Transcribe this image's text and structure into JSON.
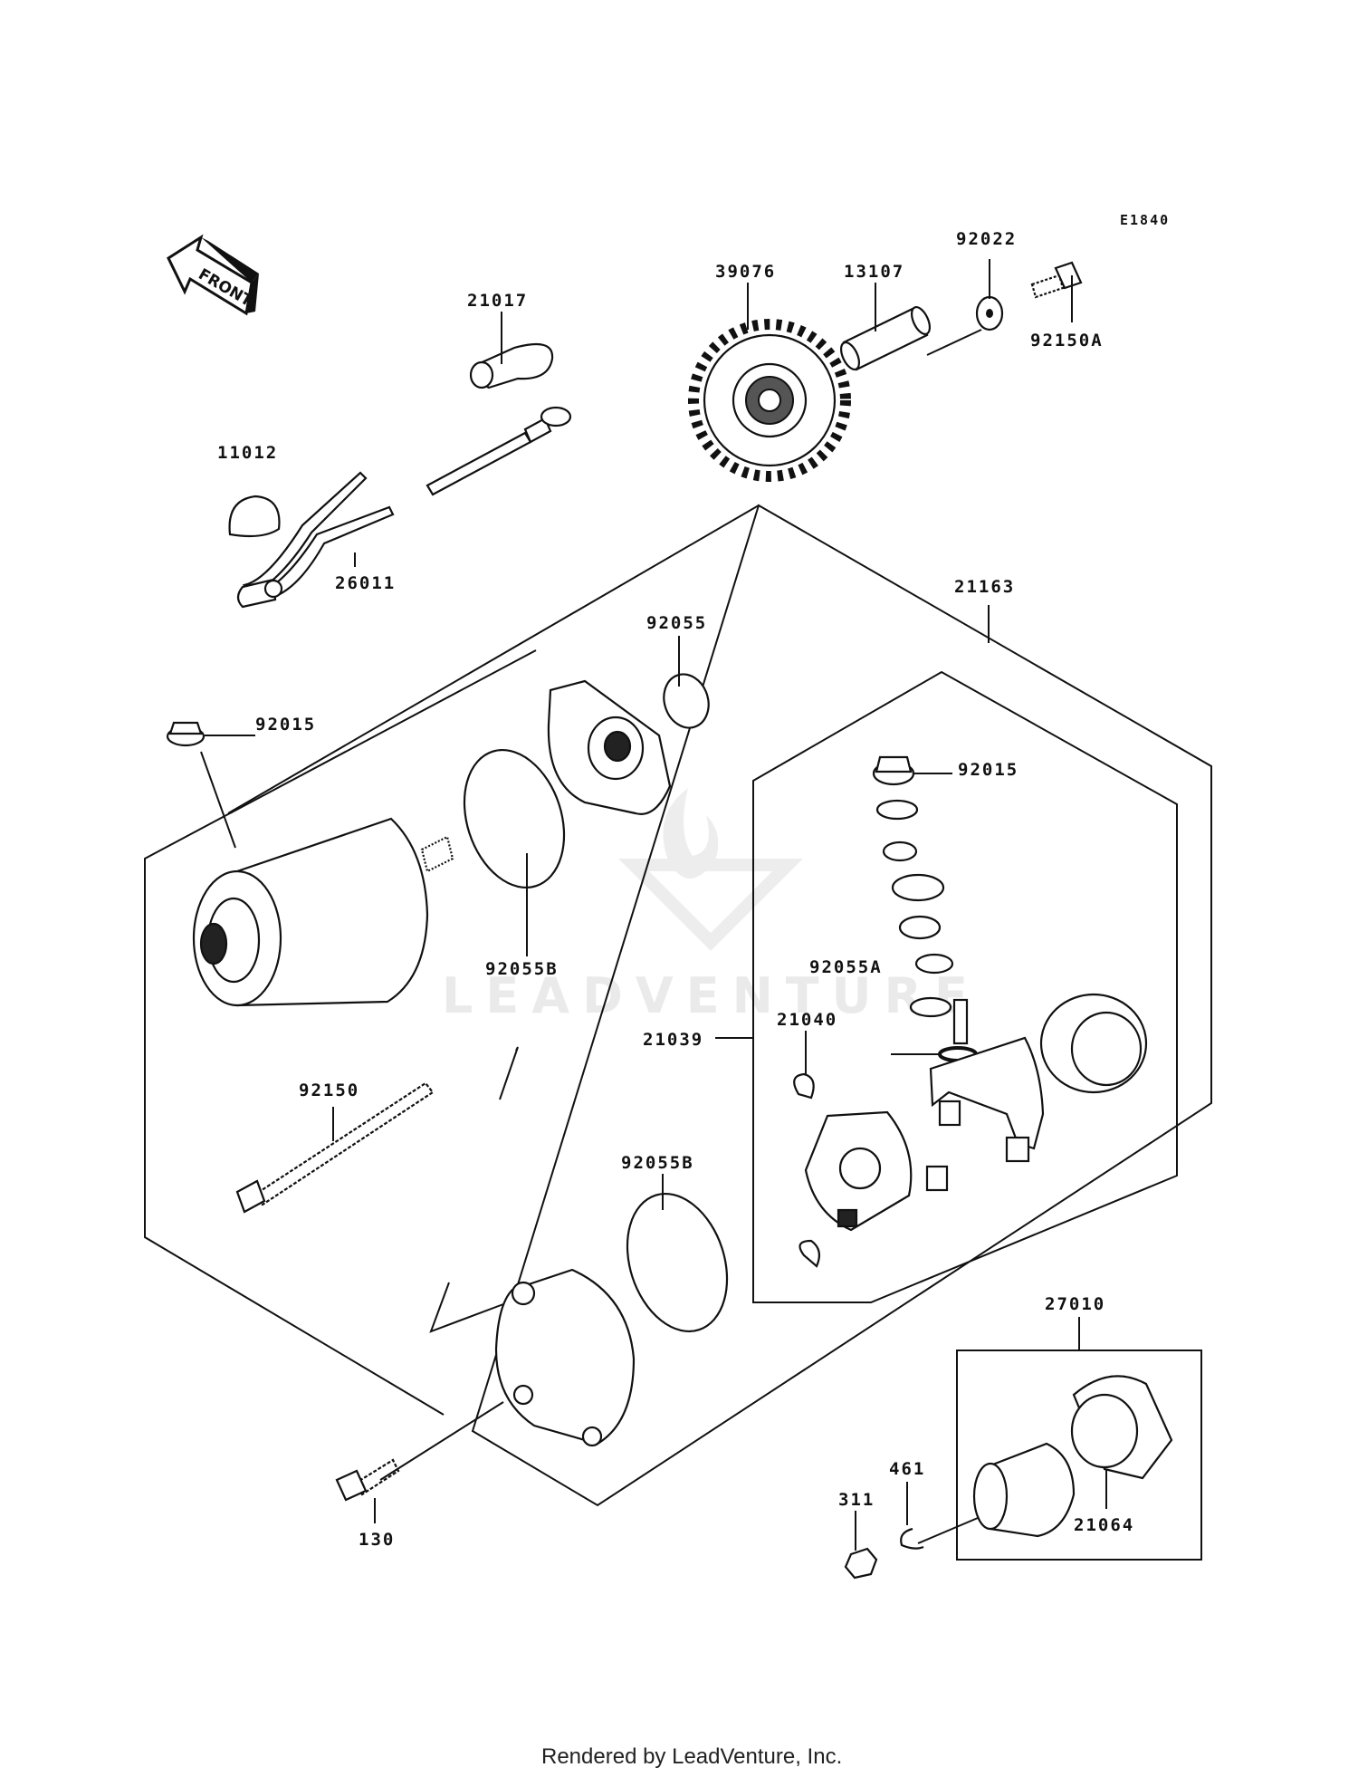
{
  "diagram": {
    "code": "E1840",
    "front_label": "FRONT",
    "watermark": "LEADVENTURE",
    "footer": "Rendered by LeadVenture, Inc.",
    "callouts": [
      {
        "id": "p21017",
        "label": "21017"
      },
      {
        "id": "p39076",
        "label": "39076"
      },
      {
        "id": "p13107",
        "label": "13107"
      },
      {
        "id": "p92022",
        "label": "92022"
      },
      {
        "id": "p92150A",
        "label": "92150A"
      },
      {
        "id": "p11012",
        "label": "11012"
      },
      {
        "id": "p26011",
        "label": "26011"
      },
      {
        "id": "p21163",
        "label": "21163"
      },
      {
        "id": "p92055",
        "label": "92055"
      },
      {
        "id": "p92015a",
        "label": "92015"
      },
      {
        "id": "p92015b",
        "label": "92015"
      },
      {
        "id": "p92055B1",
        "label": "92055B"
      },
      {
        "id": "p92055A",
        "label": "92055A"
      },
      {
        "id": "p21039",
        "label": "21039"
      },
      {
        "id": "p21040",
        "label": "21040"
      },
      {
        "id": "p92150",
        "label": "92150"
      },
      {
        "id": "p92055B2",
        "label": "92055B"
      },
      {
        "id": "p27010",
        "label": "27010"
      },
      {
        "id": "p461",
        "label": "461"
      },
      {
        "id": "p311",
        "label": "311"
      },
      {
        "id": "p21064",
        "label": "21064"
      },
      {
        "id": "p130",
        "label": "130"
      }
    ]
  }
}
